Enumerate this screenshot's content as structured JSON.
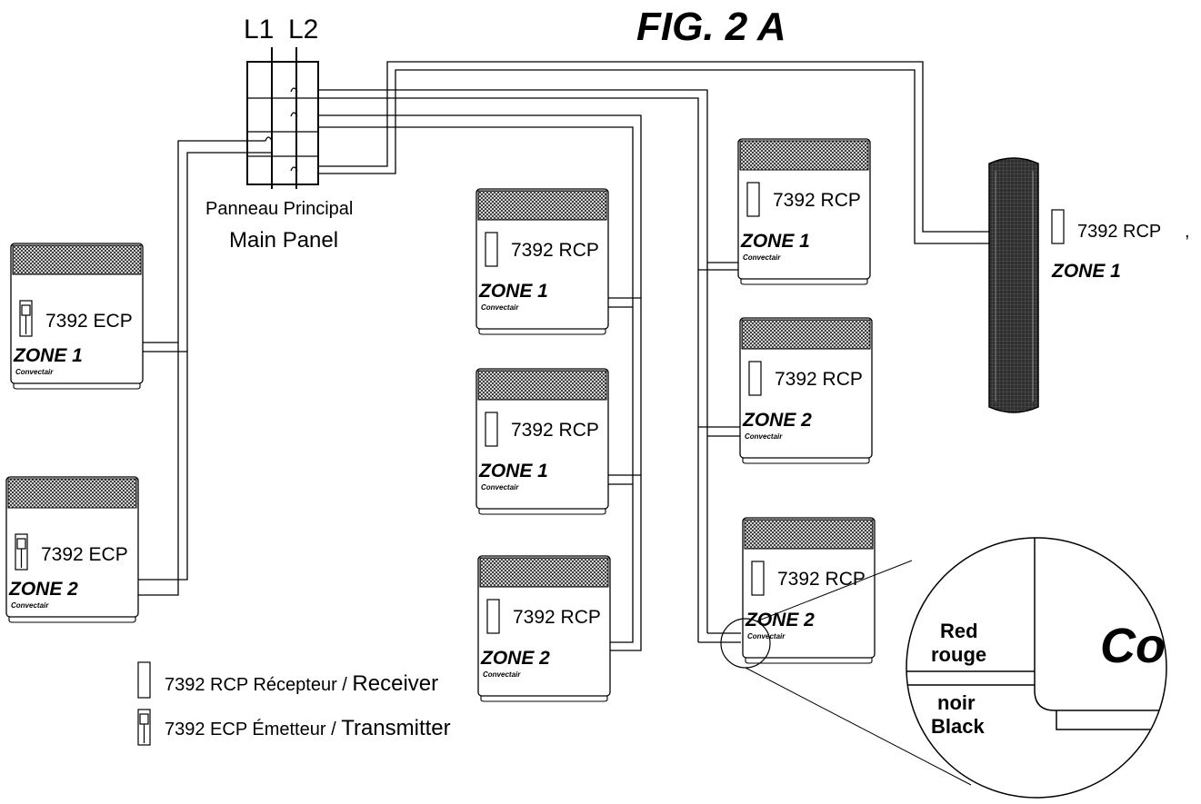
{
  "figure_title": "FIG. 2 A",
  "panel": {
    "l1": "L1",
    "l2": "L2",
    "label_fr": "Panneau  Principal",
    "label_en": "Main Panel"
  },
  "heaters": [
    {
      "model": "7392 ECP",
      "zone": "ZONE 1",
      "brand": "Convectair",
      "device": "transmitter"
    },
    {
      "model": "7392 ECP",
      "zone": "ZONE 2",
      "brand": "Convectair",
      "device": "transmitter"
    },
    {
      "model": "7392 RCP",
      "zone": "ZONE 1",
      "brand": "Convectair",
      "device": "receiver"
    },
    {
      "model": "7392 RCP",
      "zone": "ZONE 1",
      "brand": "Convectair",
      "device": "receiver"
    },
    {
      "model": "7392 RCP",
      "zone": "ZONE 2",
      "brand": "Convectair",
      "device": "receiver"
    },
    {
      "model": "7392 RCP",
      "zone": "ZONE 1",
      "brand": "Convectair",
      "device": "receiver"
    },
    {
      "model": "7392 RCP",
      "zone": "ZONE 2",
      "brand": "Convectair",
      "device": "receiver"
    },
    {
      "model": "7392 RCP",
      "zone": "ZONE 2",
      "brand": "Convectair",
      "device": "receiver"
    }
  ],
  "tower": {
    "model": "7392 RCP",
    "zone": "ZONE 1",
    "trailing_mark": ","
  },
  "legend": {
    "receiver_code": "7392 RCP Récepteur / ",
    "receiver_word": "Receiver",
    "transmitter_code": "7392 ECP Émetteur / ",
    "transmitter_word": "Transmitter"
  },
  "detail": {
    "red_en": "Red",
    "red_fr": "rouge",
    "black_fr": "noir",
    "black_en": "Black",
    "brand_fragment": "Co"
  }
}
